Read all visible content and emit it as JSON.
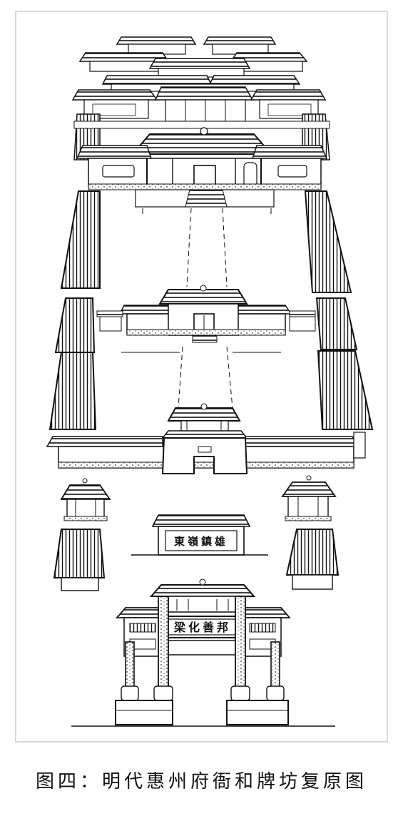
{
  "figure": {
    "caption": "图四：明代惠州府衙和牌坊复原图"
  },
  "plaques": {
    "inner_plaque": "東嶺鎮雄",
    "gateway_plaque": "梁化善邦"
  },
  "colors": {
    "ink": "#111111",
    "paper": "#ffffff",
    "border": "#bdbdbd"
  }
}
